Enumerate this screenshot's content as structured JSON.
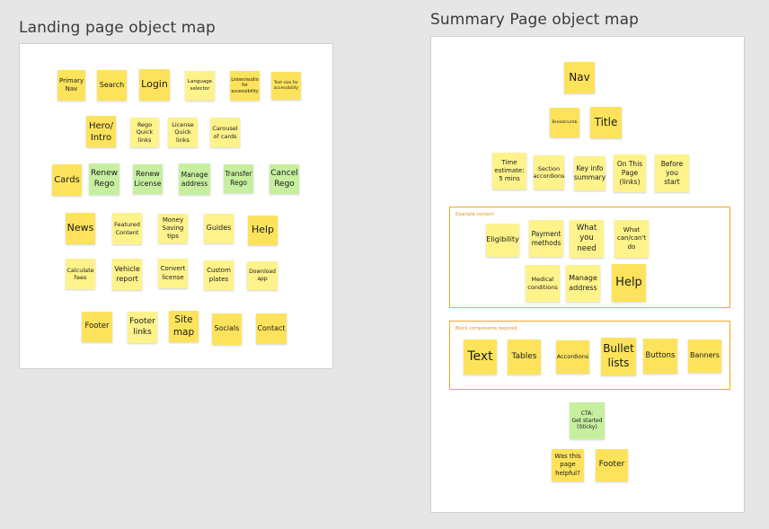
{
  "colors": {
    "yellow": "#fef38b",
    "gold": "#fde35c",
    "green": "#c6efa0",
    "section_border": "#f2a81d"
  },
  "landing": {
    "title": "Landing page object map",
    "notes": [
      {
        "text": "Primary\nNav",
        "color": "gold"
      },
      {
        "text": "Search",
        "color": "gold"
      },
      {
        "text": "Login",
        "color": "gold"
      },
      {
        "text": "Language\nselector",
        "color": "yellow"
      },
      {
        "text": "Listen/audio\nfor\naccessibility",
        "color": "gold"
      },
      {
        "text": "Text size for\naccessibility",
        "color": "gold"
      },
      {
        "text": "Hero/\nIntro",
        "color": "gold"
      },
      {
        "text": "Rego\nQuick\nlinks",
        "color": "yellow"
      },
      {
        "text": "License\nQuick\nlinks",
        "color": "yellow"
      },
      {
        "text": "Carousel\nof cards",
        "color": "yellow"
      },
      {
        "text": "Cards",
        "color": "gold"
      },
      {
        "text": "Renew\nRego",
        "color": "green"
      },
      {
        "text": "Renew\nLicense",
        "color": "green"
      },
      {
        "text": "Manage\naddress",
        "color": "green"
      },
      {
        "text": "Transfer\nRego",
        "color": "green"
      },
      {
        "text": "Cancel\nRego",
        "color": "green"
      },
      {
        "text": "News",
        "color": "gold"
      },
      {
        "text": "Featured\nContent",
        "color": "yellow"
      },
      {
        "text": "Money\nSaving\ntips",
        "color": "yellow"
      },
      {
        "text": "Guides",
        "color": "yellow"
      },
      {
        "text": "Help",
        "color": "gold"
      },
      {
        "text": "Calculate\nfees",
        "color": "yellow"
      },
      {
        "text": "Vehicle\nreport",
        "color": "yellow"
      },
      {
        "text": "Convert\nlicense",
        "color": "yellow"
      },
      {
        "text": "Custom\nplates",
        "color": "yellow"
      },
      {
        "text": "Download\napp",
        "color": "yellow"
      },
      {
        "text": "Footer",
        "color": "gold"
      },
      {
        "text": "Footer\nlinks",
        "color": "yellow"
      },
      {
        "text": "Site\nmap",
        "color": "gold"
      },
      {
        "text": "Socials",
        "color": "gold"
      },
      {
        "text": "Contact",
        "color": "gold"
      }
    ]
  },
  "summary": {
    "title": "Summary Page object map",
    "sections": [
      {
        "label": "Example content"
      },
      {
        "label": "Block components required"
      }
    ],
    "notes": [
      {
        "text": "Nav",
        "color": "gold"
      },
      {
        "text": "Breadcrumb",
        "color": "gold"
      },
      {
        "text": "Title",
        "color": "gold"
      },
      {
        "text": "Time\nestimate:\n5 mins",
        "color": "yellow"
      },
      {
        "text": "Section\naccordions",
        "color": "yellow"
      },
      {
        "text": "Key info\nsummary",
        "color": "yellow"
      },
      {
        "text": "On This\nPage\n(links)",
        "color": "yellow"
      },
      {
        "text": "Before\nyou\nstart",
        "color": "yellow"
      },
      {
        "text": "Eligibility",
        "color": "yellow"
      },
      {
        "text": "Payment\nmethods",
        "color": "yellow"
      },
      {
        "text": "What\nyou\nneed",
        "color": "yellow"
      },
      {
        "text": "What\ncan/can't\ndo",
        "color": "yellow"
      },
      {
        "text": "Medical\nconditions",
        "color": "yellow"
      },
      {
        "text": "Manage\naddress",
        "color": "yellow"
      },
      {
        "text": "Help",
        "color": "gold"
      },
      {
        "text": "Text",
        "color": "gold"
      },
      {
        "text": "Tables",
        "color": "gold"
      },
      {
        "text": "Accordions",
        "color": "gold"
      },
      {
        "text": "Bullet\nlists",
        "color": "gold"
      },
      {
        "text": "Buttons",
        "color": "gold"
      },
      {
        "text": "Banners",
        "color": "gold"
      },
      {
        "text": "CTA:\nGet started\n(Sticky)",
        "color": "green"
      },
      {
        "text": "Was this\npage\nhelpful?",
        "color": "gold"
      },
      {
        "text": "Footer",
        "color": "gold"
      }
    ]
  }
}
